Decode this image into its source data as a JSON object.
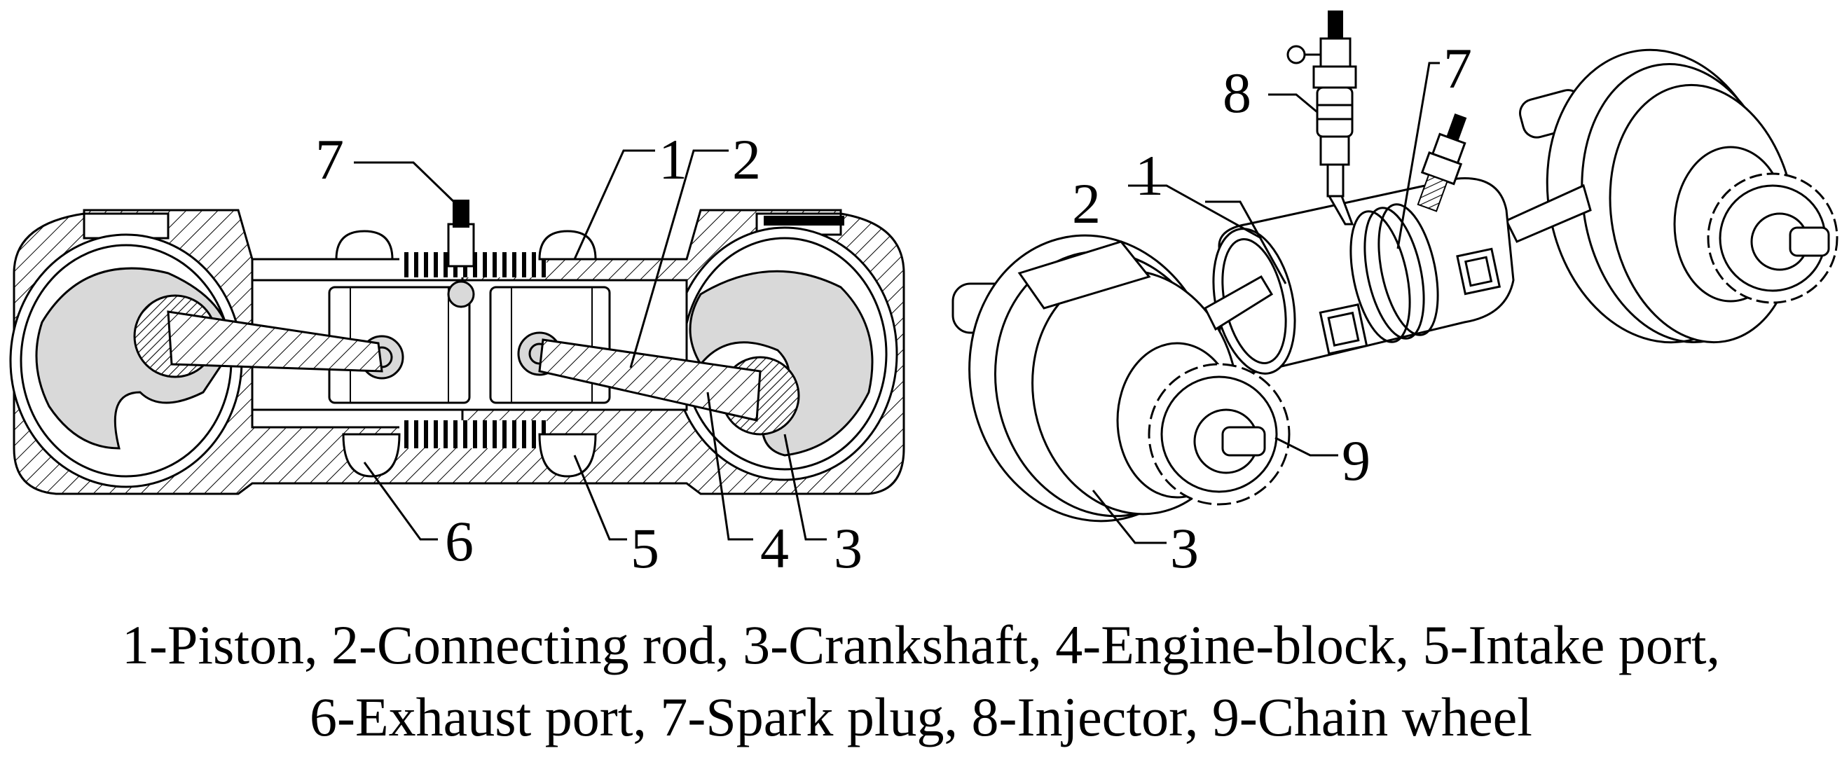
{
  "sectional_view": {
    "labels": [
      "1",
      "2",
      "3",
      "4",
      "5",
      "6",
      "7"
    ]
  },
  "assembly_view": {
    "labels": [
      "1",
      "2",
      "3",
      "7",
      "8",
      "9"
    ]
  },
  "caption": {
    "line1": "1-Piston, 2-Connecting rod, 3-Crankshaft, 4-Engine-block, 5-Intake port,",
    "line2": "6-Exhaust port, 7-Spark plug, 8-Injector, 9-Chain wheel"
  }
}
